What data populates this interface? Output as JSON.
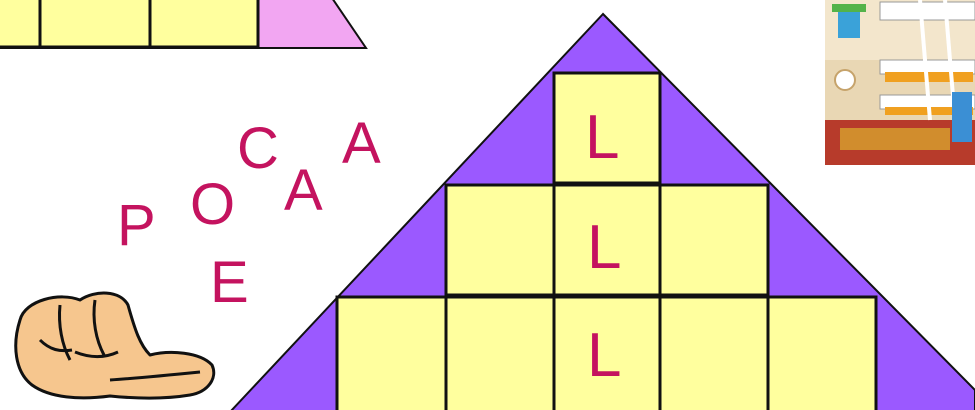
{
  "colors": {
    "triangle": "#9b59ff",
    "small_triangle": "#f2a6f2",
    "cell": "#ffff9e",
    "letter": "#c4135f",
    "outline": "#111111"
  },
  "loose_letters": [
    "P",
    "O",
    "C",
    "A",
    "A",
    "E"
  ],
  "pyramid": {
    "rows": [
      [
        "L"
      ],
      [
        "",
        "L",
        ""
      ],
      [
        "",
        "",
        "L",
        "",
        ""
      ]
    ]
  },
  "corner_icons": {
    "hand": "pointing-hand-icon",
    "photo": "bunk-bed-room-photo"
  }
}
